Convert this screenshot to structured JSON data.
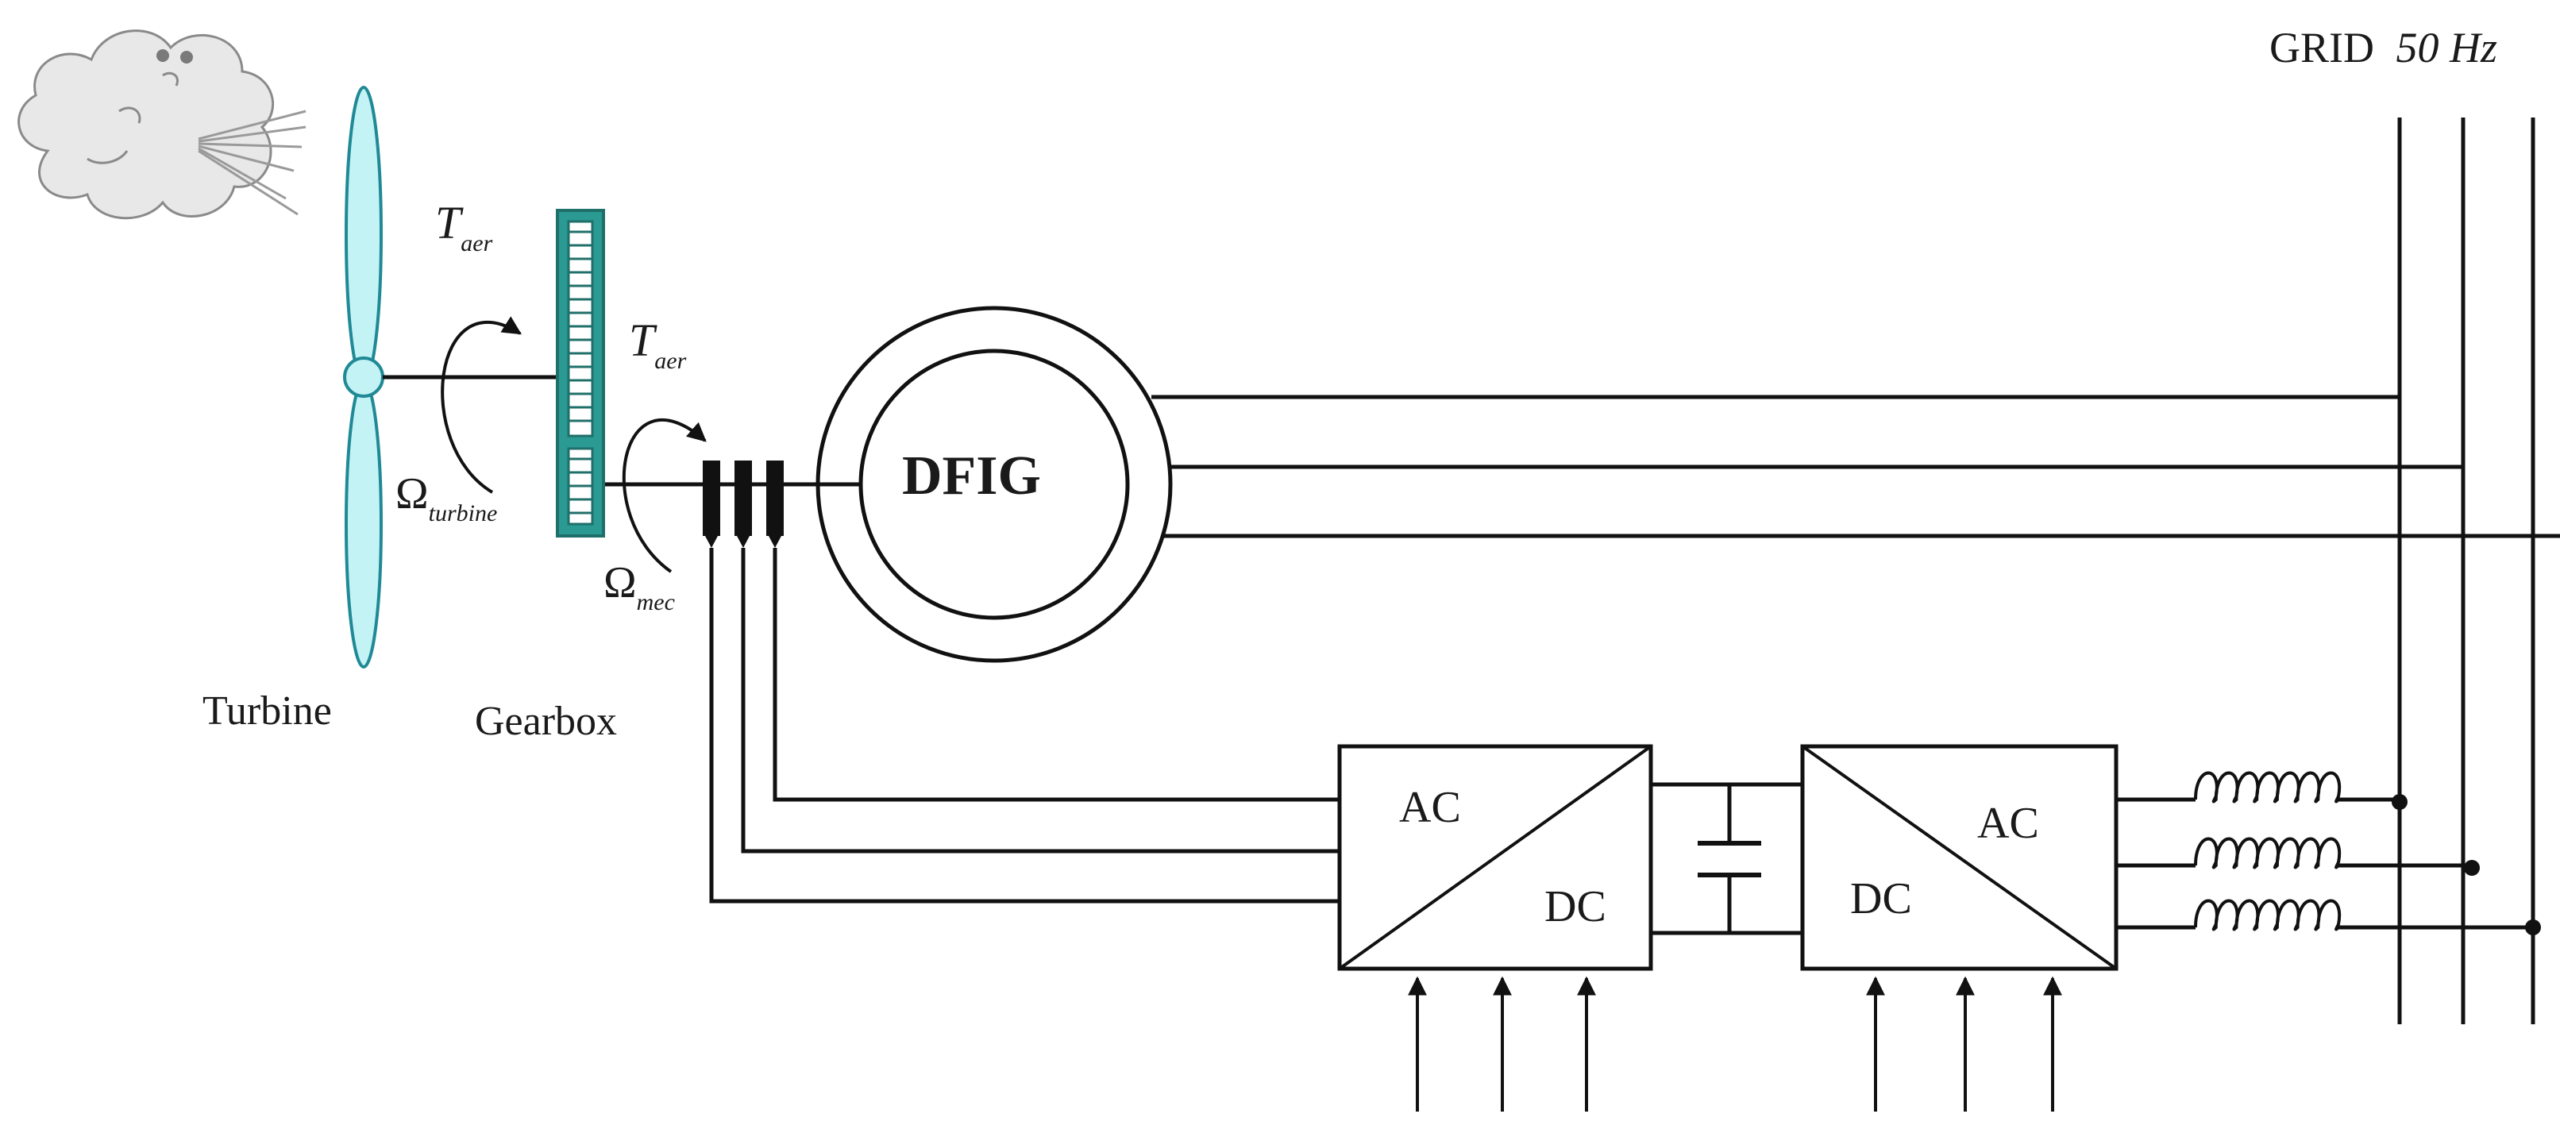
{
  "labels": {
    "grid": "GRID",
    "grid_freq": "50 Hz",
    "turbine": "Turbine",
    "gearbox": "Gearbox",
    "generator": "DFIG",
    "torque_symbol": "T",
    "torque_sub": "aer",
    "omega_symbol": "Ω",
    "omega_turbine_sub": "turbine",
    "omega_mec_sub": "mec",
    "conv1_ac": "AC",
    "conv1_dc": "DC",
    "conv2_dc": "DC",
    "conv2_ac": "AC"
  },
  "colors": {
    "blade_fill": "#c4f3f6",
    "blade_stroke": "#1f8a95",
    "gearbox_frame": "#1f8a84",
    "line": "#111111"
  },
  "icons": {
    "wind": "wind-cloud-icon"
  }
}
